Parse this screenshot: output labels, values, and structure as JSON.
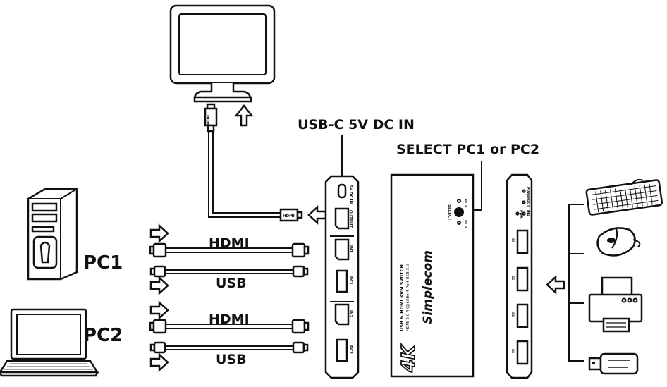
{
  "labels": {
    "usb_c_power": "USB-C 5V DC IN",
    "select": "SELECT PC1 or PC2",
    "pc1": "PC1",
    "pc2": "PC2",
    "hdmi_1": "HDMI",
    "usb_1": "USB",
    "hdmi_2": "HDMI",
    "usb_2": "USB"
  },
  "switch_back_ports": {
    "power": "5V DC IN",
    "output": "OUTPUT",
    "in1": "IN1",
    "pc1": "PC1",
    "in2": "IN2",
    "pc2": "PC2"
  },
  "switch_top": {
    "brand": "Simplecom",
    "badge": "4K",
    "product_line1": "USB & HDMI KVM SWITCH",
    "product_line2": "HDMI 2.0 4K@60Hz 4-Port USB 3.0",
    "select_label": "SELECT",
    "led_pc1": "PC1",
    "led_pc2": "PC2"
  },
  "switch_front": {
    "led_labels": [
      "PWR",
      "IN1",
      "OUT",
      "POWER"
    ],
    "usb_port_label": "SS"
  },
  "cable_connectors": {
    "hdmi_tag": "HDMI"
  }
}
